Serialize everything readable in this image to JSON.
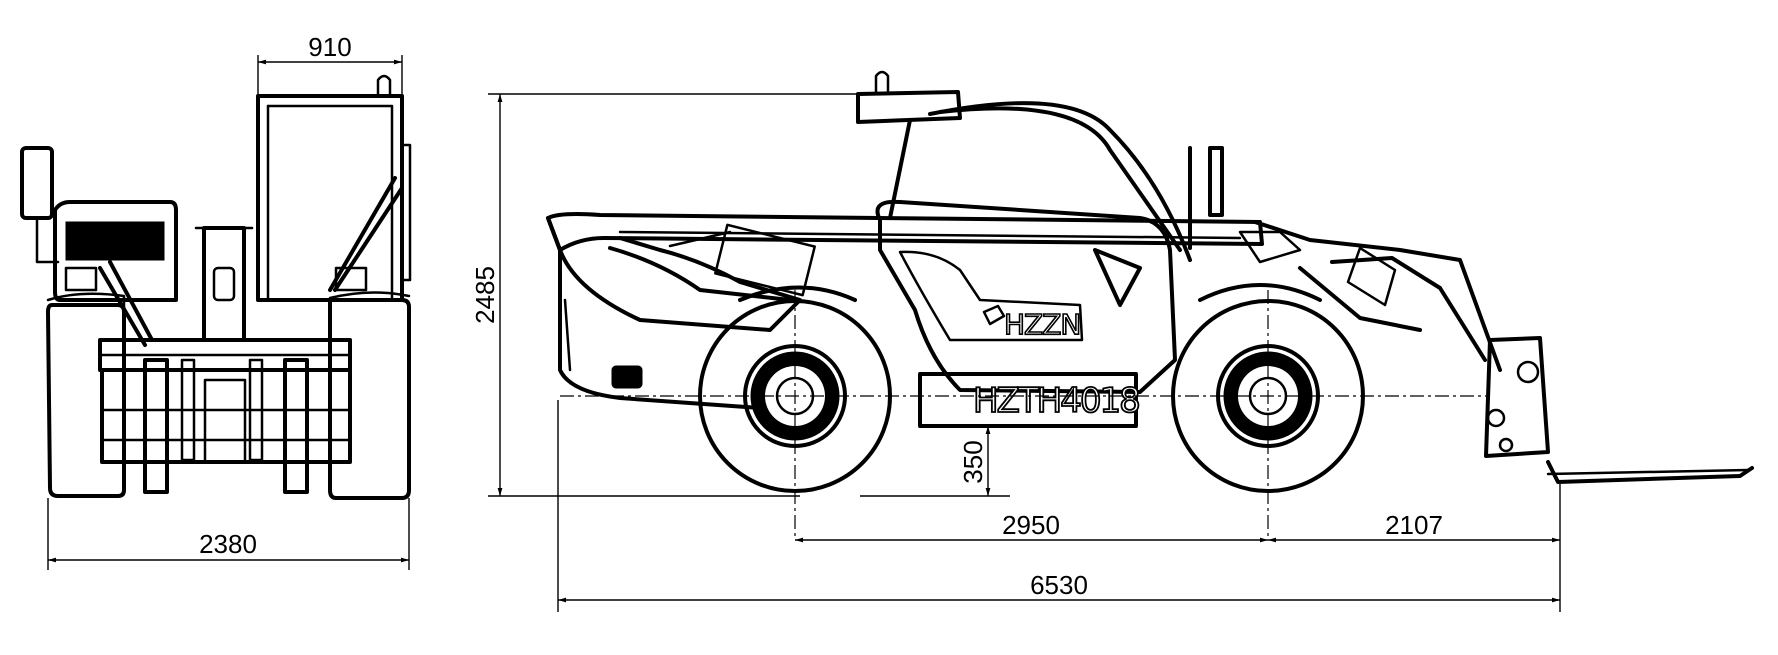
{
  "drawing": {
    "front_view": {
      "overall_width": "2380",
      "cab_width": "910"
    },
    "side_view": {
      "overall_height": "2485",
      "ground_clearance": "350",
      "wheelbase": "2950",
      "front_overhang": "2107",
      "overall_length": "6530",
      "brand": "HZZN",
      "model": "HZTH4018"
    },
    "colors": {
      "line": "#000000",
      "background": "#ffffff"
    }
  }
}
